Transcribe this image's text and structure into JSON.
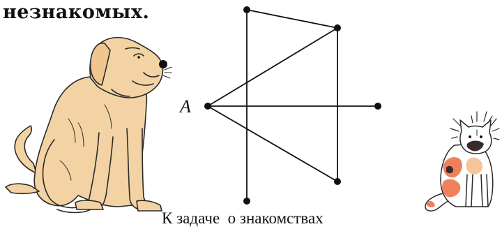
{
  "text": {
    "top_fragment": "незнакомых.",
    "caption": "К задаче  о знакомствах",
    "vertex_label": "A"
  },
  "graph": {
    "vertices": [
      "A",
      "top",
      "upper-right",
      "right",
      "bottom-right",
      "bottom"
    ],
    "edges": [
      [
        "top",
        "bottom"
      ],
      [
        "top",
        "upper-right"
      ],
      [
        "upper-right",
        "bottom-right"
      ],
      [
        "A",
        "upper-right"
      ],
      [
        "A",
        "right"
      ],
      [
        "A",
        "bottom-right"
      ]
    ]
  },
  "illustrations": [
    "dog",
    "cat"
  ],
  "colors": {
    "dog_fill": "#f3d2a4",
    "dog_outline": "#2a2a2a",
    "cat_patch_orange": "#f07f5c",
    "cat_patch_peach": "#f6c49a",
    "cat_patch_dark": "#3a2a2a"
  }
}
